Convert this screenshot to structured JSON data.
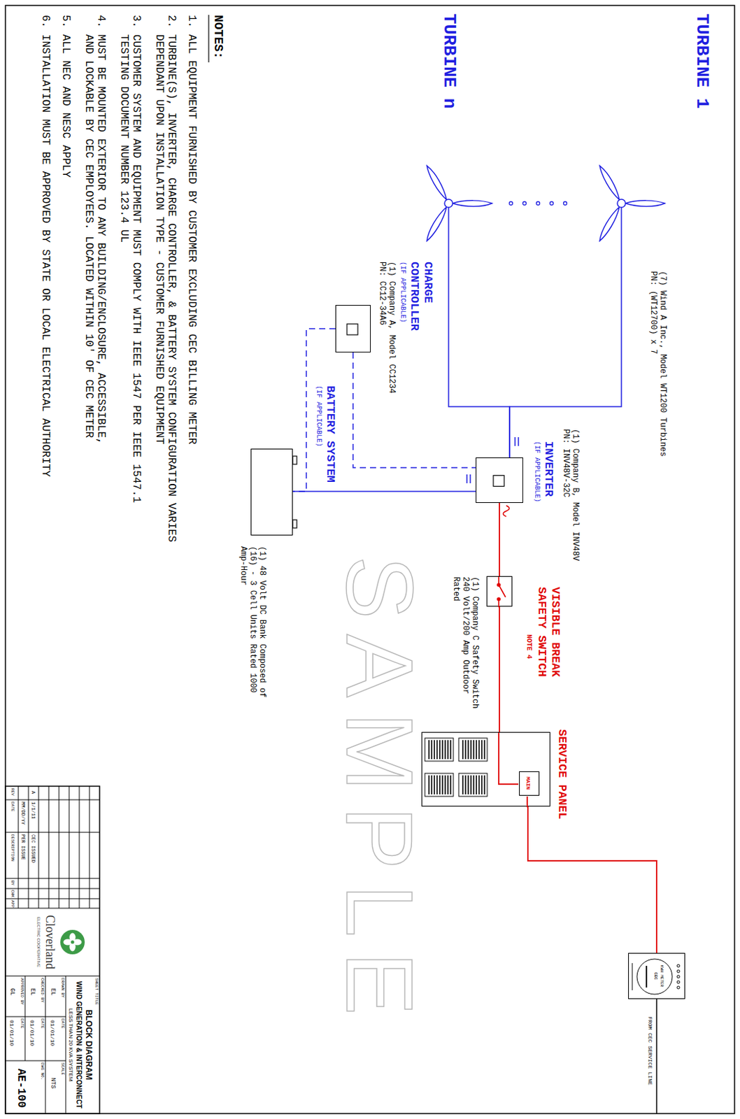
{
  "diagram": {
    "nodes": [
      {
        "text": [
          "TURBINE 1"
        ]
      },
      {
        "text": [
          "TURBINE n"
        ]
      },
      {
        "text": [
          "(1) Company B, Model INV48V PN: INV48V-32C",
          "INVERTER",
          "(IF APPLICABLE)"
        ]
      },
      {
        "text": [
          "CHARGE CONTROLLER",
          "(IF APPLICABLE)",
          "(1) Company A, Model CC1234 PN: CC12-34A6"
        ]
      },
      {
        "text": [
          "BATTERY SYSTEM",
          "(IF APPLICABLE)",
          "(1) 48 Volt DC Bank Composed of (16) - 3 Cell Units Rated 1000 Amp-Hour"
        ]
      },
      {
        "text": [
          "VISIBLE BREAK SAFETY SWITCH",
          "NOTE 4",
          "(1) Company C Safety Switch 240 Volt/200 Amp Outdoor Rated"
        ]
      },
      {
        "text": [
          "SERVICE PANEL"
        ]
      },
      {
        "text": [
          "MAIN"
        ],
        "in": 6
      },
      {
        "text": [
          "KWH METER",
          "CEC"
        ]
      }
    ],
    "edges": [
      {
        "from": 0,
        "to": 2,
        "arrow": "none"
      },
      {
        "from": 1,
        "to": 2,
        "arrow": "none"
      },
      {
        "from": 3,
        "to": 2,
        "arrow": "none"
      },
      {
        "from": 3,
        "to": 4,
        "arrow": "none"
      },
      {
        "from": 2,
        "to": 4,
        "arrow": "none"
      },
      {
        "from": 2,
        "to": 5,
        "arrow": "none"
      },
      {
        "from": 5,
        "to": 6,
        "arrow": "none"
      },
      {
        "from": 6,
        "to": 8,
        "arrow": "none"
      }
    ],
    "labels": [
      "(7) Wind A Inc., Model WT1200 Turbines PN: (WT12700) x 7",
      "SAMPLE",
      "FROM CEC SERVICE LINE",
      "NOTES:",
      "1. ALL EQUIPMENT FURNISHED BY CUSTOMER EXCLUDING CEC BILLING METER",
      "2. TURBINE(S), INVERTER, CHARGE CONTROLLER, & BATTERY SYSTEM CONFIGURATION VARIES DEPENDANT UPON INSTALLATION TYPE - CUSTOMER FURNISHED EQUIPMENT",
      "3. CUSTOMER SYSTEM AND EQUIPMENT MUST COMPLY WITH IEEE 1547 PER IEEE 1547.1 TESTING DOCUMENT NUMBER 123.4 UL",
      "4. MUST BE MOUNTED EXTERIOR TO ANY BUILDING/ENCLOSURE, ACCESSIBLE, AND LOCKABLE BY CEC EMPLOYEES. LOCATED WITHIN 10' OF CEC METER",
      "5. ALL NEC AND NESC APPLY",
      "6. INSTALLATION MUST BE APPROVED BY STATE OR LOCAL ELECTRICAL AUTHORITY",
      "Cloverland",
      "ELECTRIC COOPERATIVE",
      "SHEET TITLE",
      "BLOCK DIAGRAM",
      "WIND GENERATION & INTERCONNECT",
      "LESS THAN 20 KVA SYSTEM",
      "DRAWN BY",
      "EL",
      "DATE",
      "01/01/10",
      "SCALE",
      "NTS",
      "CHECKED BY",
      "EL",
      "DATE",
      "01/01/10",
      "DWG NO.",
      "AE-100",
      "APPROVED BY",
      "GL",
      "DATE",
      "01/01/10",
      "REV",
      "DATE",
      "DESCRIPTION",
      "BY",
      "CHK",
      "APP",
      "A",
      "1/1/11",
      "CEC ISSUED",
      "MM/DD/YY",
      "PER ISSUE"
    ]
  }
}
